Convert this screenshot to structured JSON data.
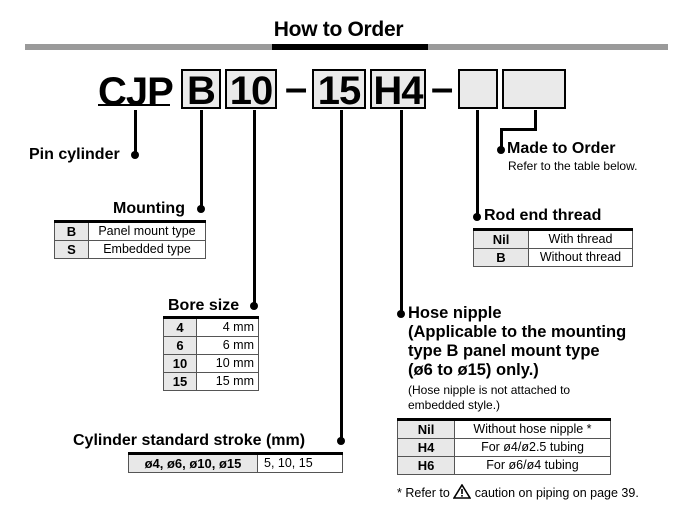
{
  "header": {
    "title": "How to Order"
  },
  "code": {
    "prefix": "CJP",
    "segments": [
      "B",
      "10",
      "15",
      "H4",
      "",
      ""
    ],
    "separator": "–"
  },
  "pin_cylinder": {
    "label": "Pin cylinder"
  },
  "mounting": {
    "label": "Mounting",
    "rows": [
      {
        "code": "B",
        "desc": "Panel mount type"
      },
      {
        "code": "S",
        "desc": "Embedded type"
      }
    ]
  },
  "bore_size": {
    "label": "Bore size",
    "rows": [
      {
        "code": "4",
        "desc": "4 mm"
      },
      {
        "code": "6",
        "desc": "6 mm"
      },
      {
        "code": "10",
        "desc": "10 mm"
      },
      {
        "code": "15",
        "desc": "15 mm"
      }
    ]
  },
  "stroke": {
    "label": "Cylinder standard stroke (mm)",
    "rows": [
      {
        "code": "ø4, ø6, ø10, ø15",
        "desc": "5, 10, 15"
      }
    ]
  },
  "made_to_order": {
    "label": "Made to Order",
    "note": "Refer to the table below."
  },
  "rod_end_thread": {
    "label": "Rod end thread",
    "rows": [
      {
        "code": "Nil",
        "desc": "With thread"
      },
      {
        "code": "B",
        "desc": "Without thread"
      }
    ]
  },
  "hose_nipple": {
    "label_lines": [
      "Hose nipple",
      "(Applicable to the mounting",
      "type B panel mount type",
      "(ø6 to ø15) only.)"
    ],
    "note_lines": [
      "(Hose nipple is not attached to",
      "embedded style.)"
    ],
    "rows": [
      {
        "code": "Nil",
        "desc": "Without hose nipple *"
      },
      {
        "code": "H4",
        "desc": "For ø4/ø2.5 tubing"
      },
      {
        "code": "H6",
        "desc": "For ø6/ø4 tubing"
      }
    ],
    "footnote_prefix": "* Refer to",
    "footnote_icon": "warning-triangle-icon",
    "footnote_suffix": "caution on piping on page 39."
  }
}
